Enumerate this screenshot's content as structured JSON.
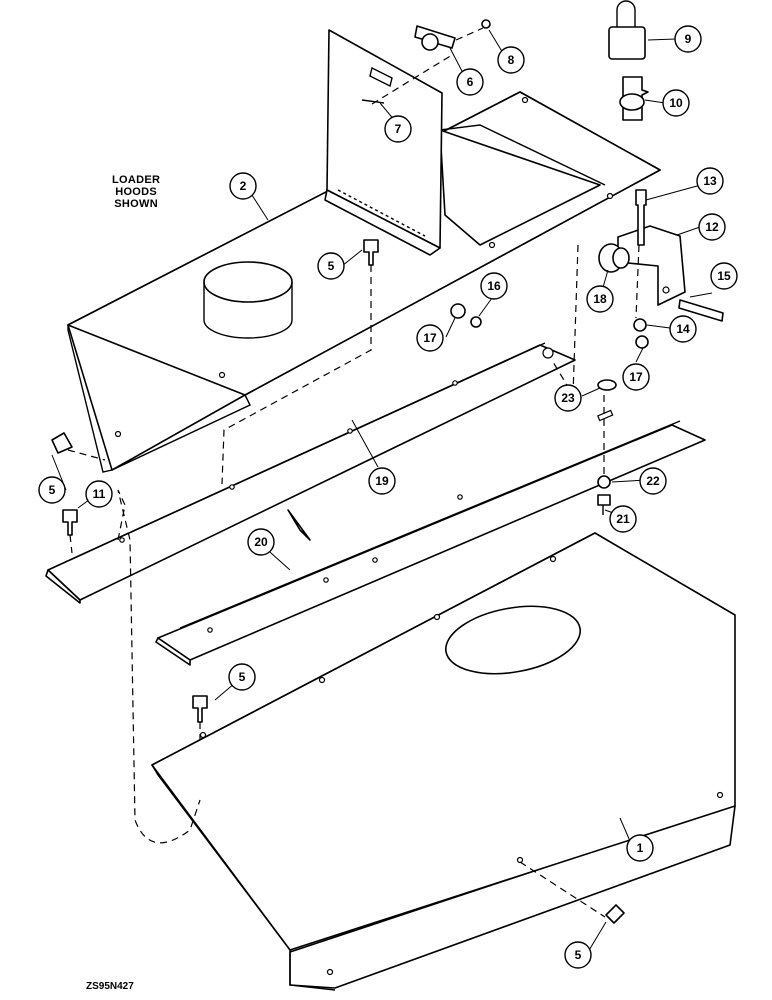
{
  "note": {
    "line1": "LOADER",
    "line2": "HOODS",
    "line3": "SHOWN"
  },
  "drawing_code": "ZS95N427",
  "callouts": [
    {
      "num": "1",
      "part": "lower-hood"
    },
    {
      "num": "2",
      "part": "upper-hood"
    },
    {
      "num": "5",
      "part": "bolt-upper-right"
    },
    {
      "num": "5",
      "part": "bolt-upper-left"
    },
    {
      "num": "5",
      "part": "bolt-lower-hood"
    },
    {
      "num": "5",
      "part": "bolt-bottom"
    },
    {
      "num": "6",
      "part": "latch"
    },
    {
      "num": "7",
      "part": "rivet"
    },
    {
      "num": "8",
      "part": "nut"
    },
    {
      "num": "9",
      "part": "padlock"
    },
    {
      "num": "10",
      "part": "key"
    },
    {
      "num": "11",
      "part": "bolt-rail"
    },
    {
      "num": "12",
      "part": "bracket"
    },
    {
      "num": "13",
      "part": "bolt-vertical"
    },
    {
      "num": "14",
      "part": "washer"
    },
    {
      "num": "15",
      "part": "bolt-horizontal"
    },
    {
      "num": "16",
      "part": "washer"
    },
    {
      "num": "17",
      "part": "nut-upper"
    },
    {
      "num": "17",
      "part": "nut-lower"
    },
    {
      "num": "18",
      "part": "rubber-bumper"
    },
    {
      "num": "19",
      "part": "rail-upper"
    },
    {
      "num": "20",
      "part": "rail-lower"
    },
    {
      "num": "21",
      "part": "stud"
    },
    {
      "num": "22",
      "part": "nut"
    },
    {
      "num": "23",
      "part": "washer"
    }
  ]
}
